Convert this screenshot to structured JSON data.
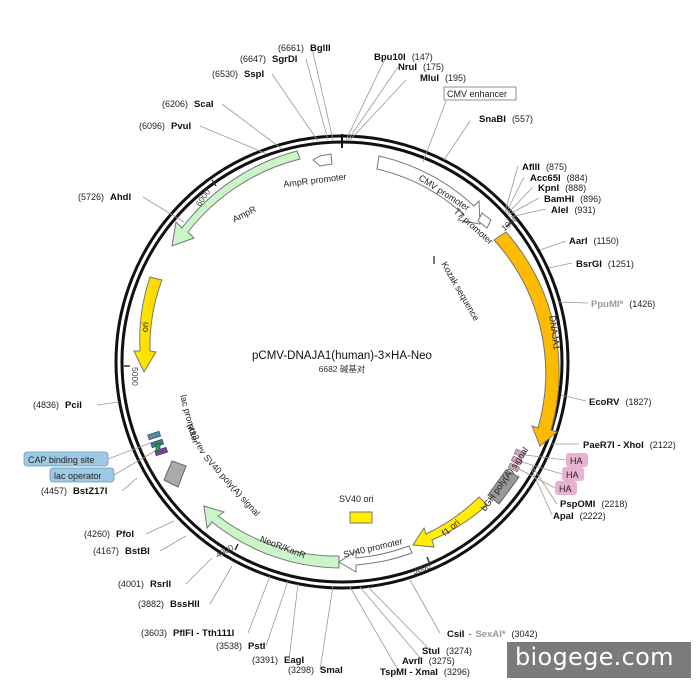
{
  "plasmid": {
    "name": "pCMV-DNAJA1(human)-3×HA-Neo",
    "size_label": "6682 碱基对",
    "length": 6682
  },
  "sites": [
    {
      "name": "BglII",
      "pos": "(6661)"
    },
    {
      "name": "SgrDI",
      "pos": "(6647)"
    },
    {
      "name": "SspI",
      "pos": "(6530)"
    },
    {
      "name": "ScaI",
      "pos": "(6206)"
    },
    {
      "name": "PvuI",
      "pos": "(6096)"
    },
    {
      "name": "AhdI",
      "pos": "(5726)"
    },
    {
      "name": "PciI",
      "pos": "(4836)"
    },
    {
      "name": "BstZ17I",
      "pos": "(4457)"
    },
    {
      "name": "PfoI",
      "pos": "(4260)"
    },
    {
      "name": "BstBI",
      "pos": "(4167)"
    },
    {
      "name": "RsrII",
      "pos": "(4001)"
    },
    {
      "name": "BssHII",
      "pos": "(3882)"
    },
    {
      "name": "PflFI - Tth111I",
      "pos": "(3603)"
    },
    {
      "name": "PstI",
      "pos": "(3538)"
    },
    {
      "name": "EagI",
      "pos": "(3391)"
    },
    {
      "name": "SmaI",
      "pos": "(3298)"
    },
    {
      "name": "Bpu10I",
      "pos": "(147)"
    },
    {
      "name": "NruI",
      "pos": "(175)"
    },
    {
      "name": "MluI",
      "pos": "(195)"
    },
    {
      "name": "SnaBI",
      "pos": "(557)"
    },
    {
      "name": "AflII",
      "pos": "(875)"
    },
    {
      "name": "Acc65I",
      "pos": "(884)"
    },
    {
      "name": "KpnI",
      "pos": "(888)"
    },
    {
      "name": "BamHI",
      "pos": "(896)"
    },
    {
      "name": "AleI",
      "pos": "(931)"
    },
    {
      "name": "AarI",
      "pos": "(1150)"
    },
    {
      "name": "BsrGI",
      "pos": "(1251)"
    },
    {
      "name": "PpuMI*",
      "pos": "(1426)"
    },
    {
      "name": "EcoRV",
      "pos": "(1827)"
    },
    {
      "name": "PaeR7I - XhoI",
      "pos": "(2122)"
    },
    {
      "name": "PspOMI",
      "pos": "(2218)"
    },
    {
      "name": "ApaI",
      "pos": "(2222)"
    },
    {
      "name": "CsiI",
      "pos": "-"
    },
    {
      "name": "SexAI*",
      "pos": "(3042)"
    },
    {
      "name": "StuI",
      "pos": "(3274)"
    },
    {
      "name": "AvrII",
      "pos": "(3275)"
    },
    {
      "name": "TspMI - XmaI",
      "pos": "(3296)"
    }
  ],
  "features": {
    "ampr_promoter": "AmpR promoter",
    "ampr": "AmpR",
    "ori": "ori",
    "cmv_enhancer": "CMV enhancer",
    "cmv_promoter": "CMV promoter",
    "t7_promoter": "T7 promoter",
    "kozak": "Kozak sequence",
    "dnaja1": "DNAJA1",
    "ha": "HA",
    "bgh": "bGH poly(A) signal",
    "f1_ori": "f1 ori",
    "sv40_promoter": "SV40 promoter",
    "sv40_ori": "SV40 ori",
    "neor": "NeoR/KanR",
    "sv40_polya": "SV40 poly(A) signal",
    "lac_promoter": "lac promoter",
    "m13_rev": "M13 rev",
    "cap_site": "CAP binding site",
    "lac_operator": "lac operator"
  },
  "ticks": [
    "1000",
    "2000",
    "3000",
    "4000",
    "5000",
    "6000"
  ],
  "colors": {
    "ampr": "#c9f5c9",
    "ori": "#ffee00",
    "dnaja1": "#ffbb00",
    "promoter": "#ffffff",
    "ha": "#e8b3d0",
    "badge": "#9ec9e2",
    "terminator": "#999999"
  },
  "watermark": "biogege.com"
}
